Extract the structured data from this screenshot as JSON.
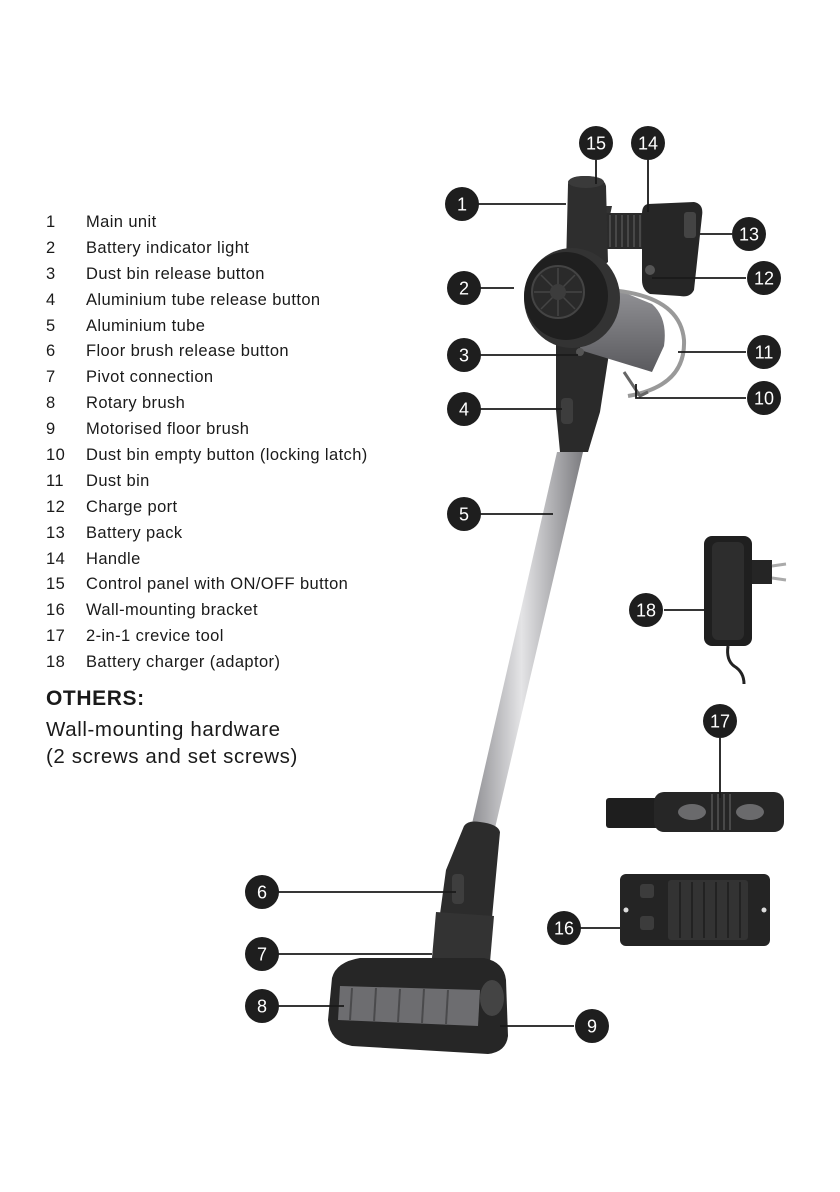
{
  "parts": [
    {
      "num": "1",
      "label": "Main unit"
    },
    {
      "num": "2",
      "label": "Battery indicator light"
    },
    {
      "num": "3",
      "label": "Dust bin release button"
    },
    {
      "num": "4",
      "label": "Aluminium tube release button"
    },
    {
      "num": "5",
      "label": "Aluminium tube"
    },
    {
      "num": "6",
      "label": "Floor brush release button"
    },
    {
      "num": "7",
      "label": "Pivot connection"
    },
    {
      "num": "8",
      "label": "Rotary brush"
    },
    {
      "num": "9",
      "label": "Motorised floor brush"
    },
    {
      "num": "10",
      "label": "Dust bin empty button (locking latch)"
    },
    {
      "num": "11",
      "label": "Dust bin"
    },
    {
      "num": "12",
      "label": "Charge port"
    },
    {
      "num": "13",
      "label": "Battery pack"
    },
    {
      "num": "14",
      "label": "Handle"
    },
    {
      "num": "15",
      "label": "Control panel with ON/OFF button"
    },
    {
      "num": "16",
      "label": "Wall-mounting bracket"
    },
    {
      "num": "17",
      "label": "2-in-1 crevice tool"
    },
    {
      "num": "18",
      "label": "Battery charger (adaptor)"
    }
  ],
  "others": {
    "heading": "OTHERS:",
    "line1": "Wall-mounting hardware",
    "line2": "(2 screws and set screws)"
  },
  "callouts": [
    "1",
    "2",
    "3",
    "4",
    "5",
    "6",
    "7",
    "8",
    "9",
    "10",
    "11",
    "12",
    "13",
    "14",
    "15",
    "16",
    "17",
    "18"
  ],
  "colors": {
    "callout": "#1e1e1e",
    "body": "#2a2a2a",
    "tube": "#b8b8bc"
  }
}
